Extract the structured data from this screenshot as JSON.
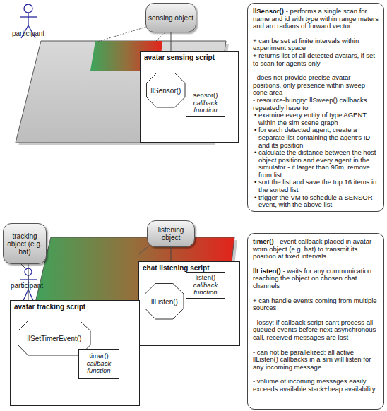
{
  "diagram": {
    "nodes": [
      {
        "text": [
          "sensing object"
        ]
      },
      {
        "text": [
          "avatar sensing script"
        ]
      },
      {
        "text": [
          "llSensor()"
        ],
        "in": 1
      },
      {
        "text": [
          "sensor()",
          "callback function"
        ],
        "in": 1
      },
      {
        "text": [
          "llSensor()",
          "- performs a single scan for name and id with type within range meters and arc radians of forward vector",
          "+ can be set at finite intervals within experiment space",
          "+ returns list of all detected avatars, if set to scan for agents only",
          "- does not provide precise avatar positions, only presence within sweep cone area",
          "- resource-hungry: llSweep() callbacks repeatedly have to",
          "• examine every entity of type AGENT within the sim scene graph",
          "• for each detected agent, create a separate list containing the agent's ID and its position",
          "• calculate the distance between the host object position and every agent in the simulator - if larger than 96m, remove from list",
          "• sort the list and save the top 16 items in the sorted list",
          "• trigger the VM to schedule a SENSOR event, with the above list"
        ]
      },
      {
        "text": [
          "tracking object (e.g. hat)"
        ]
      },
      {
        "text": [
          "listening object"
        ]
      },
      {
        "text": [
          "chat listening script"
        ]
      },
      {
        "text": [
          "llListen()"
        ],
        "in": 7
      },
      {
        "text": [
          "listen()",
          "callback function"
        ],
        "in": 7
      },
      {
        "text": [
          "avatar tracking script"
        ]
      },
      {
        "text": [
          "llSetTimerEvent()"
        ],
        "in": 10
      },
      {
        "text": [
          "timer()",
          "callback function"
        ],
        "in": 10
      },
      {
        "text": [
          "timer()",
          "- event callback placed in avatar-worn object (e.g. hat) to transmit its position at fixed intervals",
          "llListen()",
          "- waits for any communication reaching the object on chosen chat channels",
          "+ can handle events coming from multiple sources",
          "- lossy: if callback script can't process all queued events before next asynchronous call, received messages are lost",
          "- can not be parallelized: all active llListen() callbacks in a sim will listen for any incoming message",
          "- volume of incoming messages easily exceeds available stack+heap availability"
        ]
      }
    ],
    "edges": [
      {
        "from": 0,
        "to": 1,
        "arrow": "none"
      },
      {
        "from": 6,
        "to": 7,
        "arrow": "none"
      },
      {
        "from": 5,
        "to": 10,
        "arrow": "none"
      }
    ],
    "labels": [
      "participant",
      "participant"
    ]
  }
}
